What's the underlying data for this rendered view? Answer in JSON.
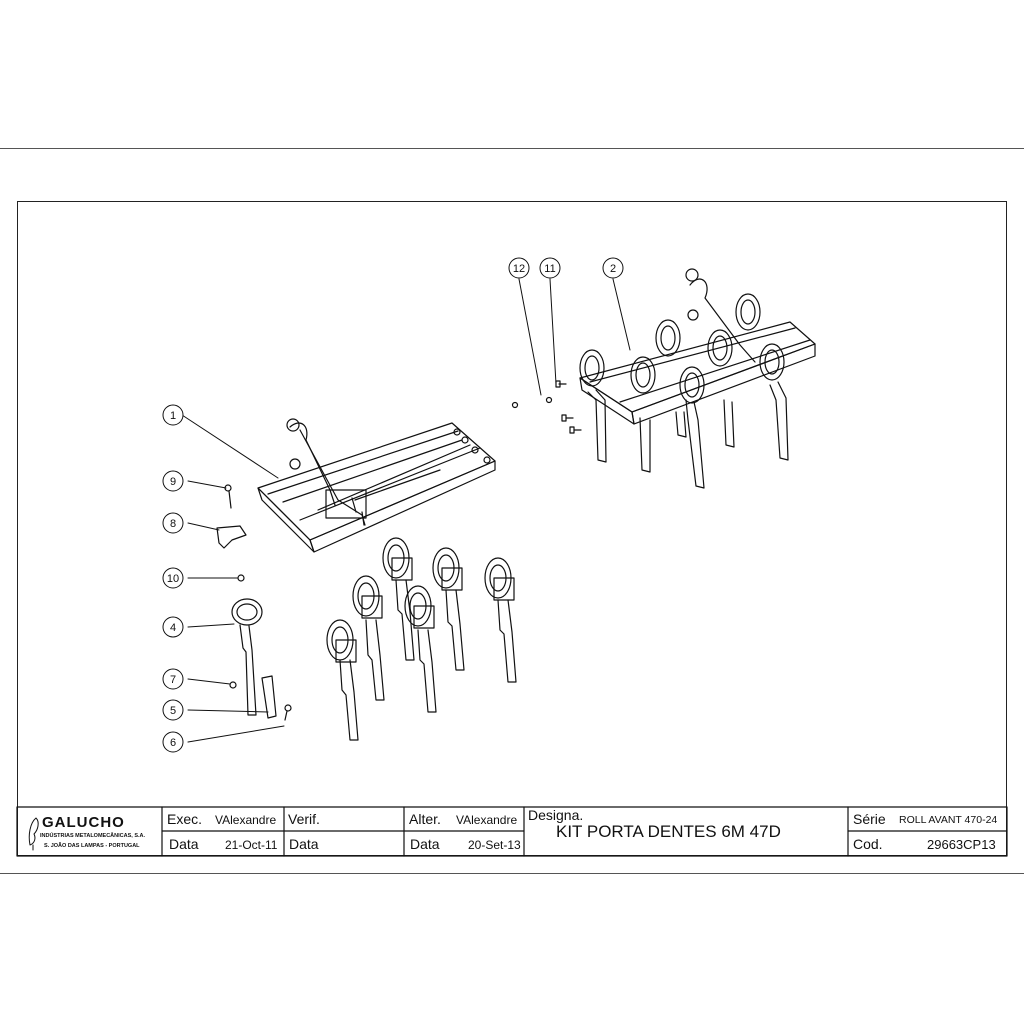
{
  "balloons": [
    "1",
    "2",
    "4",
    "5",
    "6",
    "7",
    "8",
    "9",
    "10",
    "11",
    "12"
  ],
  "title_block": {
    "company": "GALUCHO",
    "company_line1": "INDÚSTRIAS METALOMECÂNICAS, S.A.",
    "company_line2": "S. JOÃO DAS LAMPAS - PORTUGAL",
    "exec_label": "Exec.",
    "exec_value": "VAlexandre",
    "exec_date_label": "Data",
    "exec_date_value": "21-Oct-11",
    "verif_label": "Verif.",
    "verif_date_label": "Data",
    "alter_label": "Alter.",
    "alter_value": "VAlexandre",
    "alter_date_label": "Data",
    "alter_date_value": "20-Set-13",
    "designa_label": "Designa.",
    "designa_value": "KIT PORTA DENTES 6M 47D",
    "serie_label": "Série",
    "serie_value": "ROLL AVANT 470-24",
    "cod_label": "Cod.",
    "cod_value": "29663CP13"
  }
}
